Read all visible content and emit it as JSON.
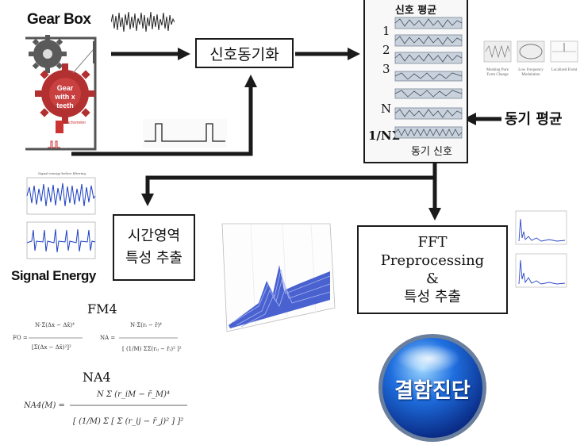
{
  "gearbox": {
    "title": "Gear Box",
    "gear_label": "Gear with x teeth",
    "tachometer_label": "Tachometer"
  },
  "sync_box": {
    "label": "신호동기화"
  },
  "avg_panel": {
    "title": "신호 평균",
    "rows": [
      "1",
      "2",
      "3",
      "N",
      "1/NΣ"
    ],
    "footer": "동기 신호"
  },
  "side_thumbs": [
    "Meshing Pure Form Change",
    "Low Frequency Modulation",
    "Localized Event"
  ],
  "sync_avg_label": "동기 평균",
  "time_box": {
    "line1": "시간영역",
    "line2": "특성 추출"
  },
  "fft_box": {
    "line1": "FFT",
    "line2": "Preprocessing",
    "line3": "&",
    "line4": "특성 추출"
  },
  "signal_energy": "Signal Energy",
  "plot_title": "Signal energy before filtering",
  "fm4": {
    "label": "FM4"
  },
  "na4": {
    "label": "NA4"
  },
  "diagnosis": {
    "label": "결함진단"
  }
}
